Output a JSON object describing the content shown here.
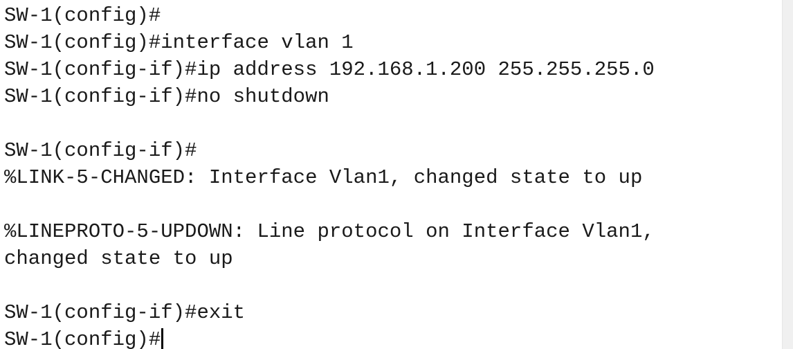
{
  "terminal": {
    "lines": [
      "SW-1(config)#",
      "SW-1(config)#interface vlan 1",
      "SW-1(config-if)#ip address 192.168.1.200 255.255.255.0",
      "SW-1(config-if)#no shutdown",
      "",
      "SW-1(config-if)#",
      "%LINK-5-CHANGED: Interface Vlan1, changed state to up",
      "",
      "%LINEPROTO-5-UPDOWN: Line protocol on Interface Vlan1,",
      "changed state to up",
      "",
      "SW-1(config-if)#exit"
    ],
    "prompt": "SW-1(config)#"
  },
  "colors": {
    "background": "#ffffff",
    "text": "#1a1a1a",
    "cursor": "#000000"
  }
}
